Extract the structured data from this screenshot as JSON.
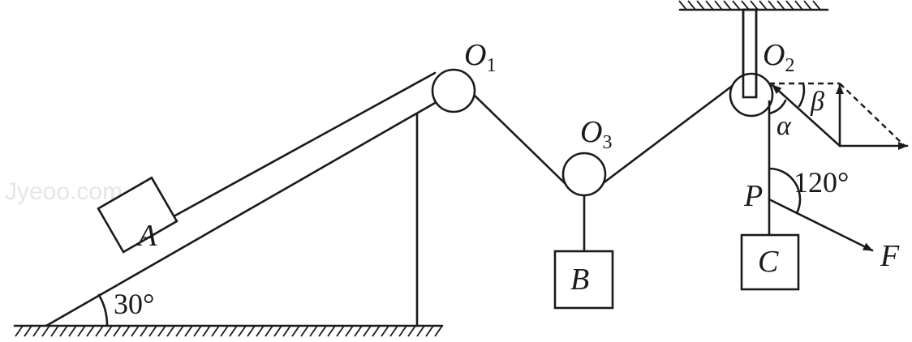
{
  "watermark": "Jyeoo.com",
  "labels": {
    "block_a": "A",
    "block_b": "B",
    "block_c": "C",
    "pulley_o1": {
      "letter": "O",
      "index": "1"
    },
    "pulley_o2": {
      "letter": "O",
      "index": "2"
    },
    "pulley_o3": {
      "letter": "O",
      "index": "3"
    },
    "point_p": "P",
    "force_f": "F",
    "angle_incline": "30°",
    "angle_p": "120°",
    "angle_alpha": "α",
    "angle_beta": "β"
  }
}
